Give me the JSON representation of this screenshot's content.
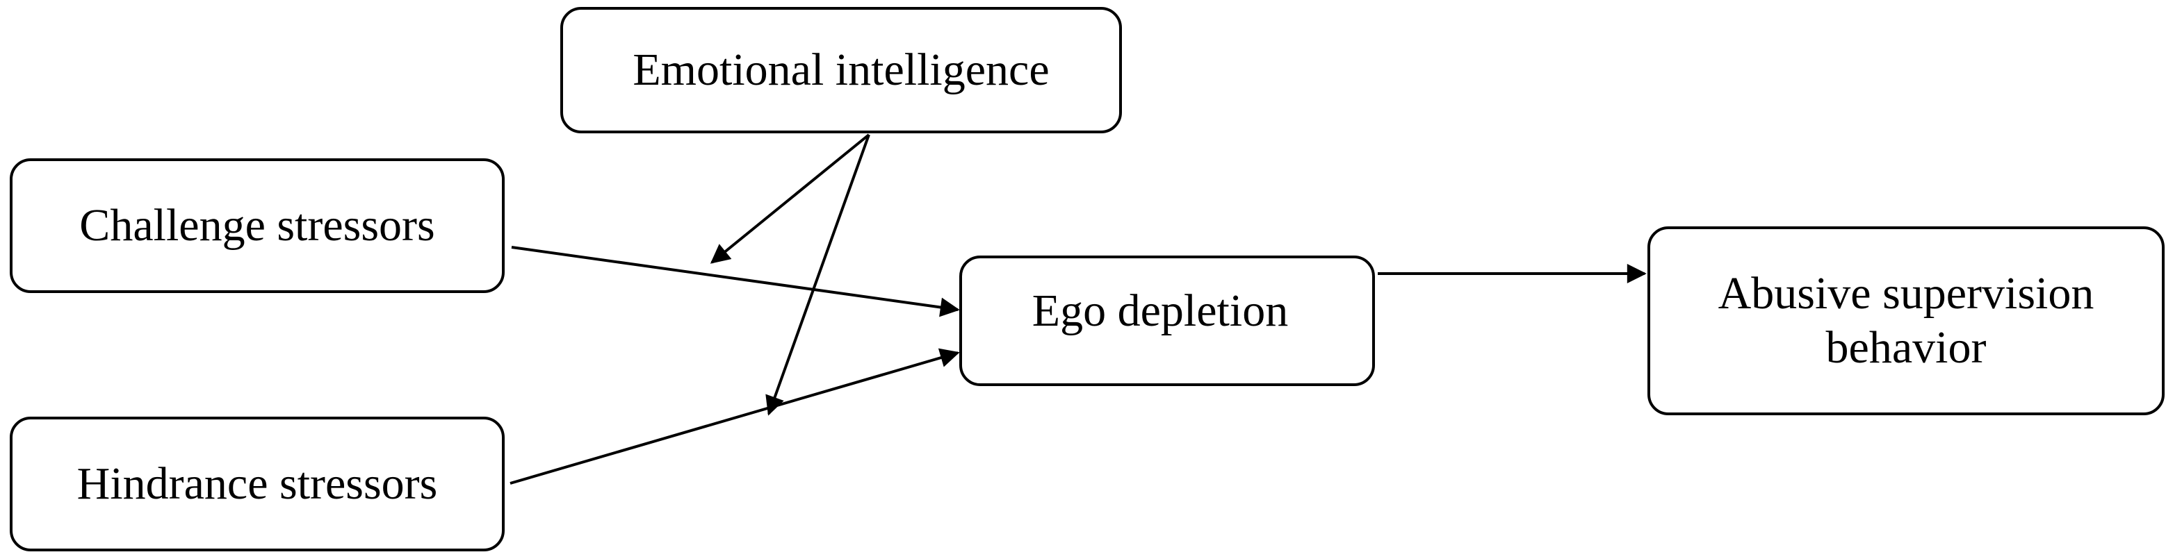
{
  "diagram": {
    "nodes": {
      "emotional_intelligence": "Emotional intelligence",
      "challenge_stressors": "Challenge stressors",
      "hindrance_stressors": "Hindrance stressors",
      "ego_depletion": "Ego depletion",
      "abusive_supervision": "Abusive supervision\nbehavior"
    },
    "edges": [
      {
        "from": "challenge_stressors",
        "to": "ego_depletion",
        "type": "direct"
      },
      {
        "from": "hindrance_stressors",
        "to": "ego_depletion",
        "type": "direct"
      },
      {
        "from": "ego_depletion",
        "to": "abusive_supervision",
        "type": "direct"
      },
      {
        "from": "emotional_intelligence",
        "to": "challenge_stressors->ego_depletion",
        "type": "moderation"
      },
      {
        "from": "emotional_intelligence",
        "to": "hindrance_stressors->ego_depletion",
        "type": "moderation"
      }
    ],
    "colors": {
      "stroke": "#000000",
      "background": "#ffffff"
    }
  }
}
